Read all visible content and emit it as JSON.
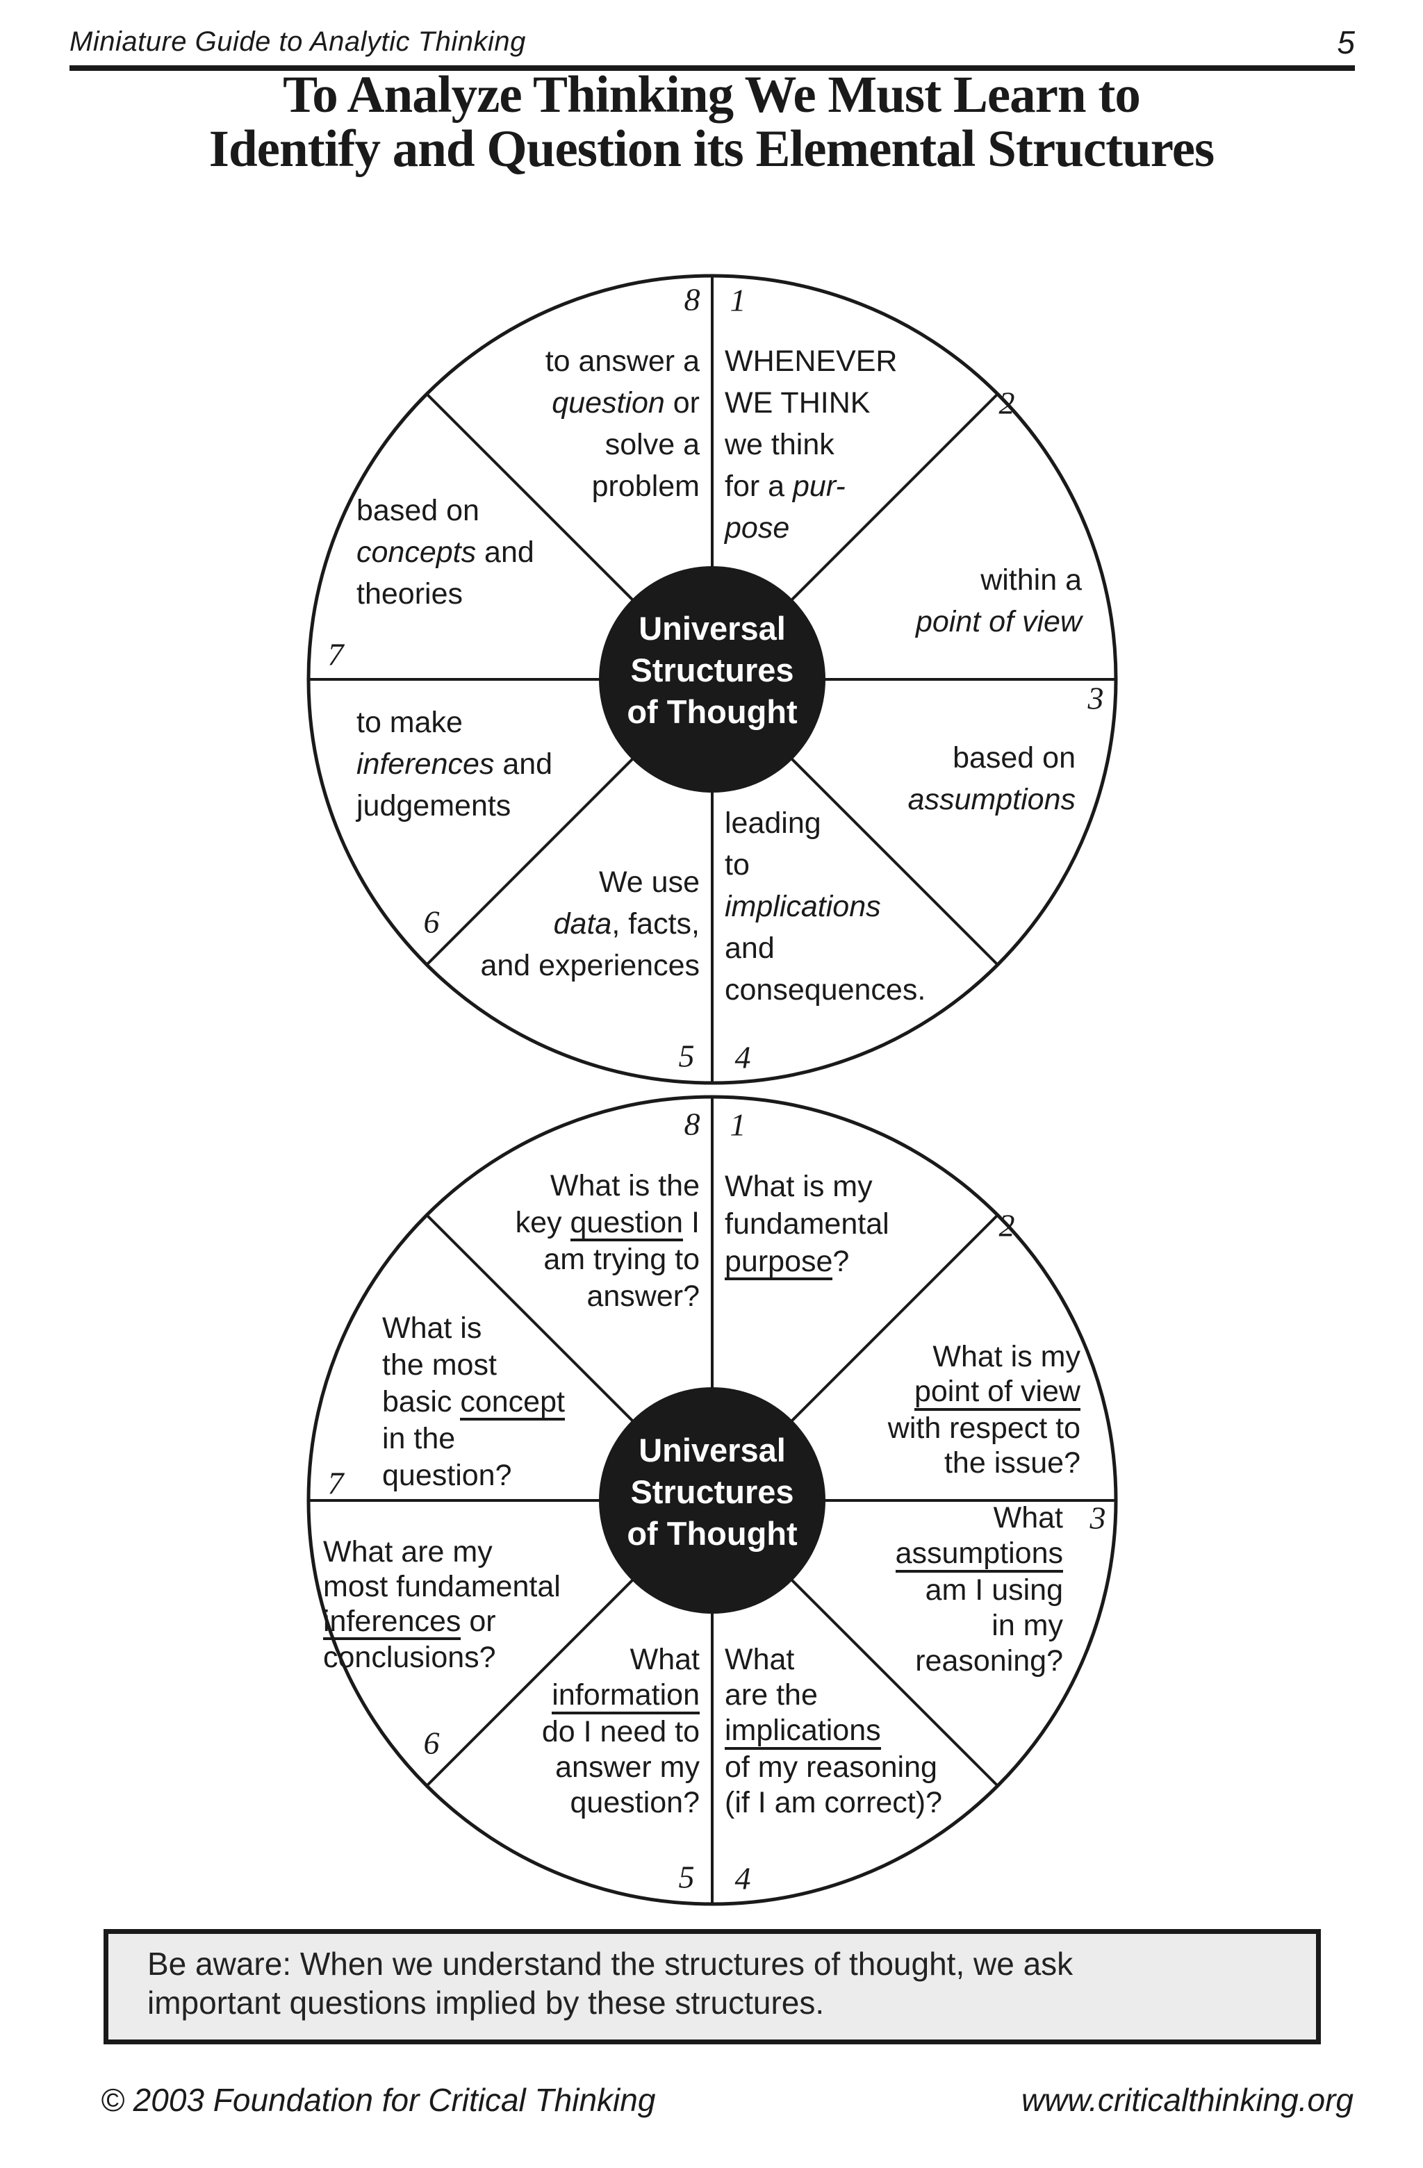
{
  "colors": {
    "ink": "#1a1a1a",
    "note_box_bg": "#ececec",
    "hub_fill": "#1a1a1a",
    "hub_text": "#ffffff"
  },
  "header": {
    "booklet_title": "Miniature Guide to Analytic Thinking",
    "page_number": "5"
  },
  "title": {
    "line1": "To Analyze Thinking We Must Learn to",
    "line2": "Identify and Question its Elemental Structures"
  },
  "wheel1": {
    "center": {
      "line1": "Universal",
      "line2": "Structures",
      "line3": "of Thought"
    },
    "numbers": {
      "n1": "1",
      "n2": "2",
      "n3": "3",
      "n4": "4",
      "n5": "5",
      "n6": "6",
      "n7": "7",
      "n8": "8"
    },
    "seg1": {
      "l1": "WHENEVER",
      "l2": "WE THINK",
      "l3": "we think",
      "l4a": "for a ",
      "l4b": "pur-",
      "l5": "pose"
    },
    "seg2": {
      "l1": "within a",
      "l2": "point of view"
    },
    "seg3": {
      "l1": "based on",
      "l2": "assumptions"
    },
    "seg4": {
      "l1": "leading",
      "l2": "to",
      "l3": "implications",
      "l4": "and",
      "l5": "consequences."
    },
    "seg5": {
      "l1": "We use",
      "l2a": "data",
      "l2b": ", facts,",
      "l3": "and experiences"
    },
    "seg6": {
      "l1": "to make",
      "l2a": "inferences",
      "l2b": " and",
      "l3": "judgements"
    },
    "seg7": {
      "l1": "based on",
      "l2a": "concepts",
      "l2b": " and",
      "l3": "theories"
    },
    "seg8": {
      "l1": "to answer a",
      "l2a": "question",
      "l2b": " or",
      "l3": "solve a",
      "l4": "problem"
    }
  },
  "wheel2": {
    "center": {
      "line1": "Universal",
      "line2": "Structures",
      "line3": "of Thought"
    },
    "numbers": {
      "n1": "1",
      "n2": "2",
      "n3": "3",
      "n4": "4",
      "n5": "5",
      "n6": "6",
      "n7": "7",
      "n8": "8"
    },
    "seg1": {
      "l1": "What is my",
      "l2": "fundamental",
      "l3a": "purpose",
      "l3b": "?"
    },
    "seg2": {
      "l1": "What is my",
      "l2": "point of view",
      "l3": "with respect to",
      "l4": "the issue?"
    },
    "seg3": {
      "l1": "What",
      "l2": "assumptions",
      "l3": "am I using",
      "l4": "in my",
      "l5": "reasoning?"
    },
    "seg4": {
      "l1": "What",
      "l2": "are the",
      "l3": "implications",
      "l4": "of my reasoning",
      "l5": "(if I am correct)?"
    },
    "seg5": {
      "l1": "What",
      "l2": "information",
      "l3": "do I need to",
      "l4": "answer my",
      "l5": "question?"
    },
    "seg6": {
      "l1": "What are my",
      "l2": "most fundamental",
      "l3a": "inferences",
      "l3b": " or",
      "l4": "conclusions?"
    },
    "seg7": {
      "l1": "What is",
      "l2": "the most",
      "l3a": "basic ",
      "l3b": "concept",
      "l4": "in the",
      "l5": "question?"
    },
    "seg8": {
      "l1": "What is the",
      "l2a": "key ",
      "l2b": "question",
      "l2c": " I",
      "l3": "am trying to",
      "l4": "answer?"
    }
  },
  "note_box": {
    "line1": "Be aware: When we understand the structures of thought, we ask",
    "line2": "important questions implied by these structures."
  },
  "footer": {
    "copyright": "© 2003 Foundation for Critical Thinking",
    "website": "www.criticalthinking.org"
  }
}
